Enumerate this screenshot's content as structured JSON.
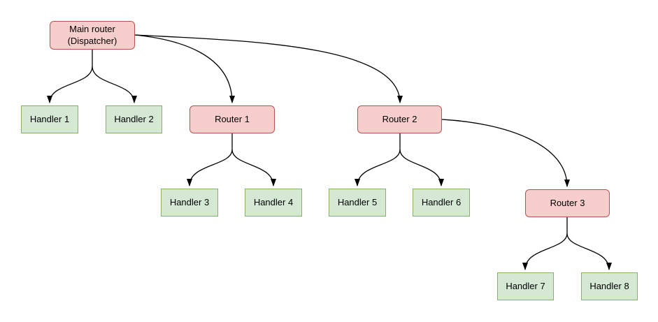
{
  "diagram": {
    "type": "tree",
    "background": "#ffffff",
    "edge_color": "#000000",
    "node_styles": {
      "router": {
        "fill": "#f8cecc",
        "border": "#b85450"
      },
      "handler": {
        "fill": "#d5e8d4",
        "border": "#82b366"
      }
    },
    "nodes": {
      "main": {
        "label": "Main router\n(Dispatcher)",
        "type": "router"
      },
      "handler1": {
        "label": "Handler 1",
        "type": "handler"
      },
      "handler2": {
        "label": "Handler 2",
        "type": "handler"
      },
      "router1": {
        "label": "Router 1",
        "type": "router"
      },
      "router2": {
        "label": "Router 2",
        "type": "router"
      },
      "handler3": {
        "label": "Handler 3",
        "type": "handler"
      },
      "handler4": {
        "label": "Handler 4",
        "type": "handler"
      },
      "handler5": {
        "label": "Handler 5",
        "type": "handler"
      },
      "handler6": {
        "label": "Handler 6",
        "type": "handler"
      },
      "router3": {
        "label": "Router 3",
        "type": "router"
      },
      "handler7": {
        "label": "Handler 7",
        "type": "handler"
      },
      "handler8": {
        "label": "Handler 8",
        "type": "handler"
      }
    },
    "edges": [
      {
        "from": "main",
        "to": "handler1"
      },
      {
        "from": "main",
        "to": "handler2"
      },
      {
        "from": "main",
        "to": "router1"
      },
      {
        "from": "main",
        "to": "router2"
      },
      {
        "from": "router1",
        "to": "handler3"
      },
      {
        "from": "router1",
        "to": "handler4"
      },
      {
        "from": "router2",
        "to": "handler5"
      },
      {
        "from": "router2",
        "to": "handler6"
      },
      {
        "from": "router2",
        "to": "router3"
      },
      {
        "from": "router3",
        "to": "handler7"
      },
      {
        "from": "router3",
        "to": "handler8"
      }
    ]
  }
}
